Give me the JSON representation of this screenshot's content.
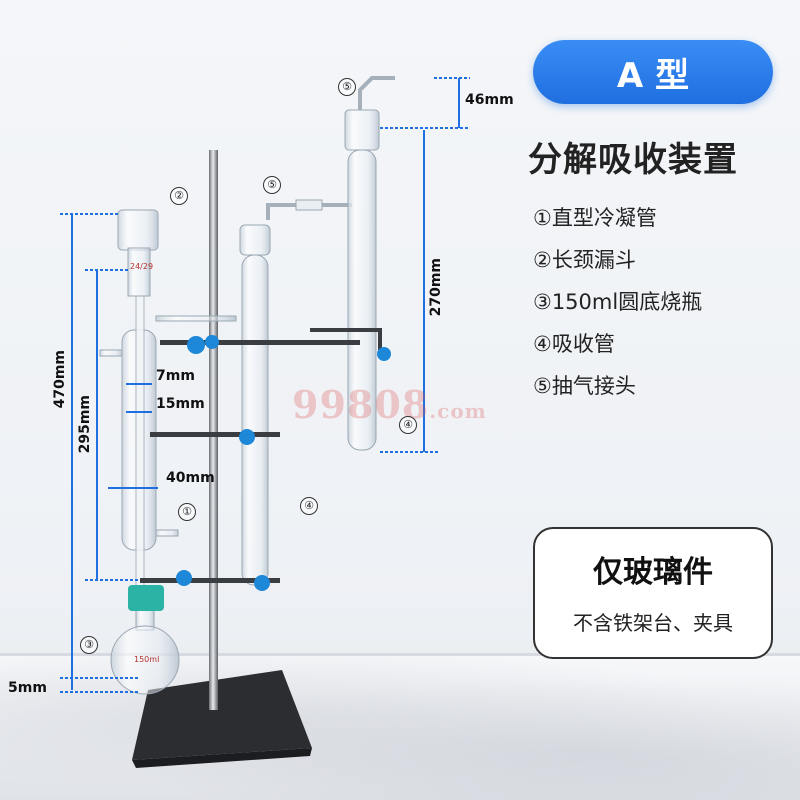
{
  "badge": "A 型",
  "title": "分解吸收装置",
  "parts": [
    "①直型冷凝管",
    "②长颈漏斗",
    "③150ml圆底烧瓶",
    "④吸收管",
    "⑤抽气接头"
  ],
  "note": {
    "main": "仅玻璃件",
    "sub": "不含铁架台、夹具"
  },
  "watermark": {
    "main": "99808",
    "suffix": ".com"
  },
  "dimensions": {
    "d46": "46mm",
    "d270": "270mm",
    "d470": "470mm",
    "d295": "295mm",
    "d7": "7mm",
    "d15": "15mm",
    "d40": "40mm",
    "d5": "5mm"
  },
  "callouts": {
    "c1": "①",
    "c2": "②",
    "c3": "③",
    "c4a": "④",
    "c4b": "④",
    "c5a": "⑤",
    "c5b": "⑤"
  },
  "glass_marks": {
    "joint": "24/29",
    "flask": "150ml"
  },
  "colors": {
    "accent": "#1f6fe0",
    "clamp_knob": "#1e88d8",
    "clamp_teal": "#2bb3a6"
  }
}
